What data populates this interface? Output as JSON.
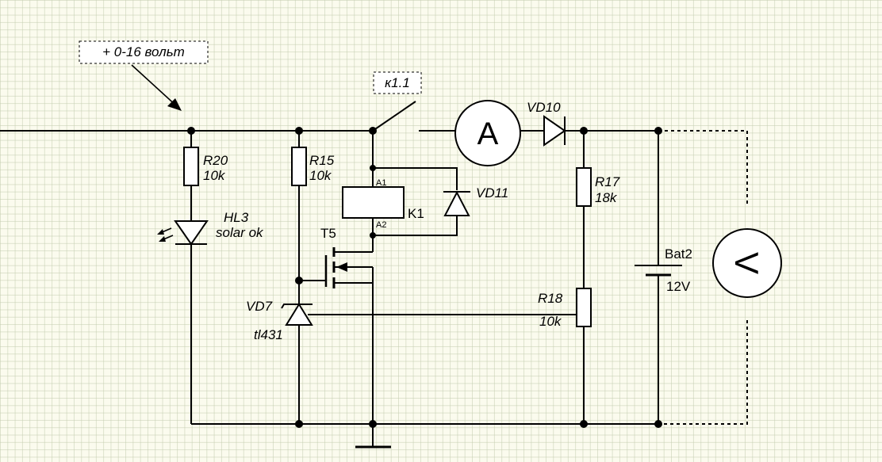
{
  "labels": {
    "input": "+ 0-16 вольт",
    "contact": "к1.1",
    "ammeter": "A",
    "vd10": "VD10",
    "r20_ref": "R20",
    "r20_val": "10k",
    "r15_ref": "R15",
    "r15_val": "10k",
    "hl3_ref": "HL3",
    "hl3_note": "solar ok",
    "relay_a1": "A1",
    "relay_a2": "A2",
    "relay_ref": "K1",
    "vd11": "VD11",
    "t5": "T5",
    "vd7": "VD7",
    "vd7_part": "tl431",
    "r17_ref": "R17",
    "r17_val": "18k",
    "r18_ref": "R18",
    "r18_val": "10k",
    "bat_ref": "Bat2",
    "bat_val": "12V",
    "voltmeter": "V"
  }
}
